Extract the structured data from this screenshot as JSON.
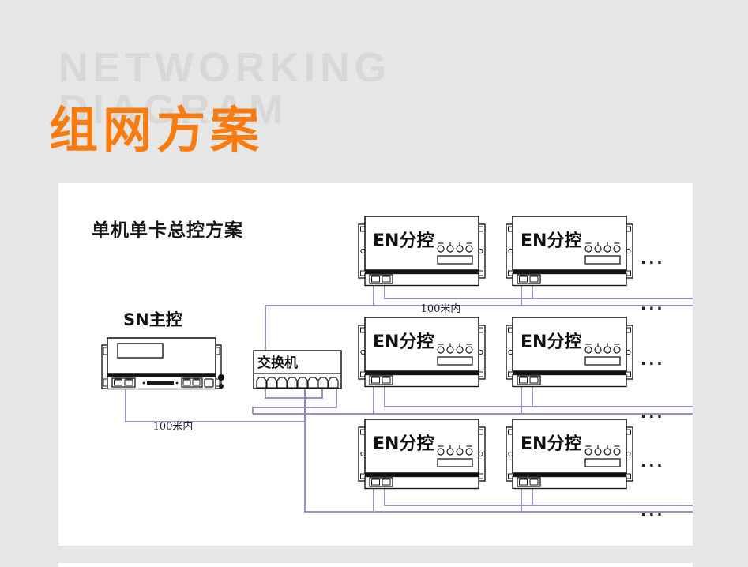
{
  "header": {
    "watermark_line1": "NETWORKING",
    "watermark_line2": "DIAGRAM",
    "title_cn": "组网方案",
    "watermark_color": "#d8d8d8",
    "title_color": "#f97c10"
  },
  "panel": {
    "subtitle": "单机单卡总控方案",
    "background": "#ffffff"
  },
  "colors": {
    "page_background": "#e6e6e6",
    "cable": "#8585c0",
    "device_outline": "#1a1a1a",
    "device_fill": "#ffffff",
    "device_band": "#111111"
  },
  "devices": {
    "master": {
      "label": "SN主控",
      "type": "sn-master-controller",
      "ports": 2
    },
    "switch": {
      "label": "交换机",
      "type": "network-switch",
      "ports": 8
    },
    "sub": {
      "label": "EN分控",
      "type": "en-sub-controller",
      "knobs": 4,
      "ports": 2
    }
  },
  "sub_controllers": [
    {
      "row": 1,
      "col": 1,
      "label": "EN分控"
    },
    {
      "row": 1,
      "col": 2,
      "label": "EN分控"
    },
    {
      "row": 2,
      "col": 1,
      "label": "EN分控"
    },
    {
      "row": 2,
      "col": 2,
      "label": "EN分控"
    },
    {
      "row": 3,
      "col": 1,
      "label": "EN分控"
    },
    {
      "row": 3,
      "col": 2,
      "label": "EN分控"
    }
  ],
  "distance_labels": [
    {
      "id": "master-to-switch",
      "text": "100米内"
    },
    {
      "id": "switch-to-sub",
      "text": "100米内"
    }
  ],
  "ellipses": [
    {
      "id": "row1-devices",
      "text": "..."
    },
    {
      "id": "row1-cables",
      "text": "..."
    },
    {
      "id": "row2-devices",
      "text": "..."
    },
    {
      "id": "row2-cables",
      "text": "..."
    },
    {
      "id": "row3-devices",
      "text": "..."
    },
    {
      "id": "row3-cables",
      "text": "..."
    }
  ]
}
